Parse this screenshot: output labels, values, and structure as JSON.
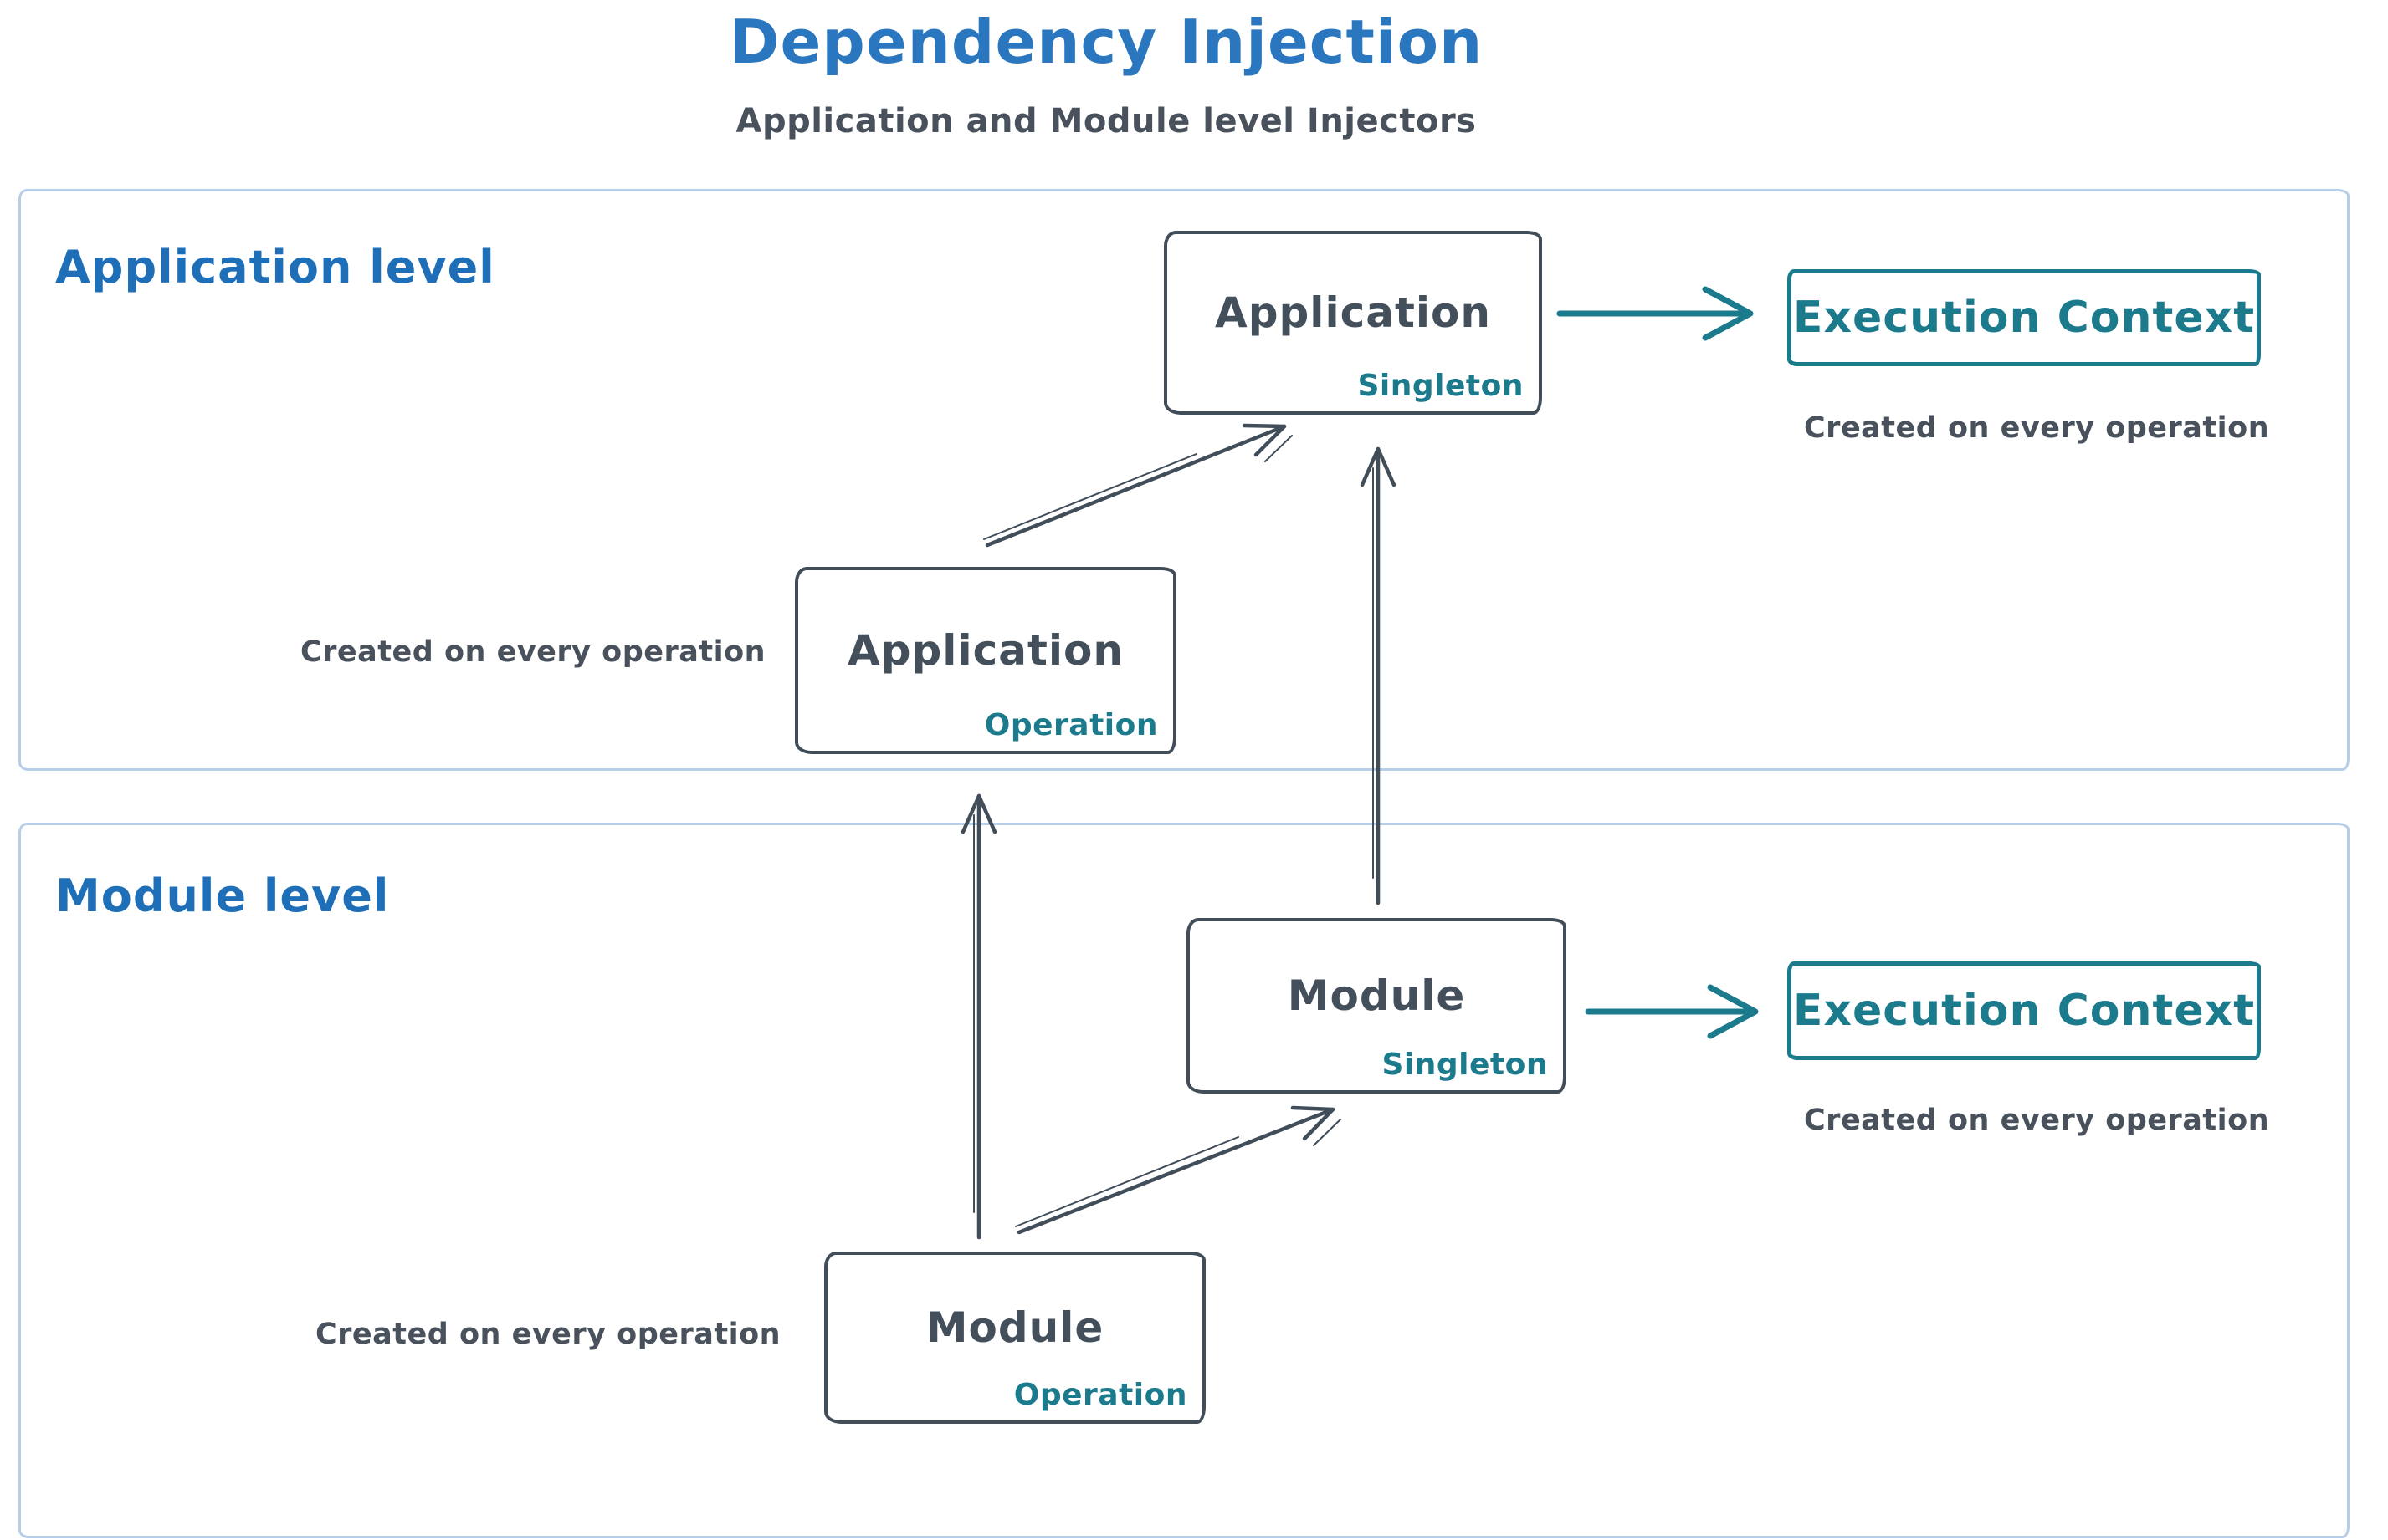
{
  "title": "Dependency Injection",
  "subtitle": "Application and Module level Injectors",
  "colors": {
    "title_blue": "#2a77c0",
    "label_blue": "#1e6fb8",
    "ink_dark": "#434f5b",
    "teal": "#1b7a8c",
    "container_border": "#b6cee8",
    "background": "#ffffff"
  },
  "application_level": {
    "label": "Application level",
    "singleton_node": {
      "title": "Application",
      "scope": "Singleton"
    },
    "operation_node": {
      "title": "Application",
      "scope": "Operation"
    },
    "operation_caption": "Created on every operation",
    "execution_context": {
      "title": "Execution Context",
      "caption": "Created on every operation"
    }
  },
  "module_level": {
    "label": "Module level",
    "singleton_node": {
      "title": "Module",
      "scope": "Singleton"
    },
    "operation_node": {
      "title": "Module",
      "scope": "Operation"
    },
    "operation_caption": "Created on every operation",
    "execution_context": {
      "title": "Execution Context",
      "caption": "Created on every operation"
    }
  },
  "arrows": [
    {
      "name": "arrow-app-operation-to-app-singleton",
      "color": "dark"
    },
    {
      "name": "arrow-module-singleton-to-app-singleton",
      "color": "dark"
    },
    {
      "name": "arrow-app-singleton-to-execution-context",
      "color": "teal"
    },
    {
      "name": "arrow-module-operation-to-module-singleton",
      "color": "dark"
    },
    {
      "name": "arrow-module-operation-to-app-operation",
      "color": "dark"
    },
    {
      "name": "arrow-module-singleton-to-execution-context",
      "color": "teal"
    }
  ]
}
